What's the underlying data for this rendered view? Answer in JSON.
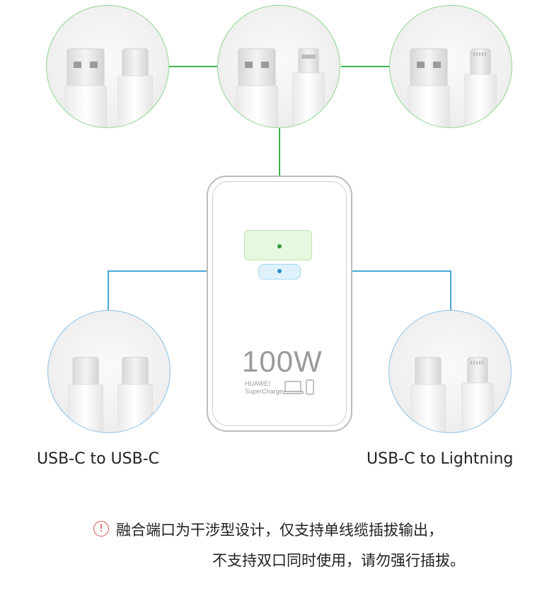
{
  "charger": {
    "wattage": "100W",
    "brand_line1": "HUAWEI",
    "brand_line2": "SuperCharge"
  },
  "captions": {
    "left": "USB-C to USB-C",
    "right": "USB-C to Lightning"
  },
  "notice": {
    "icon": "exclamation-circle-icon",
    "line1": "融合端口为干涉型设计，仅支持单线缆插拔输出，",
    "line2": "不支持双口同时使用，请勿强行插拔。"
  },
  "colors": {
    "green_line": "#3fb24a",
    "blue_line": "#4aa8d8",
    "warning": "#d9534f"
  }
}
